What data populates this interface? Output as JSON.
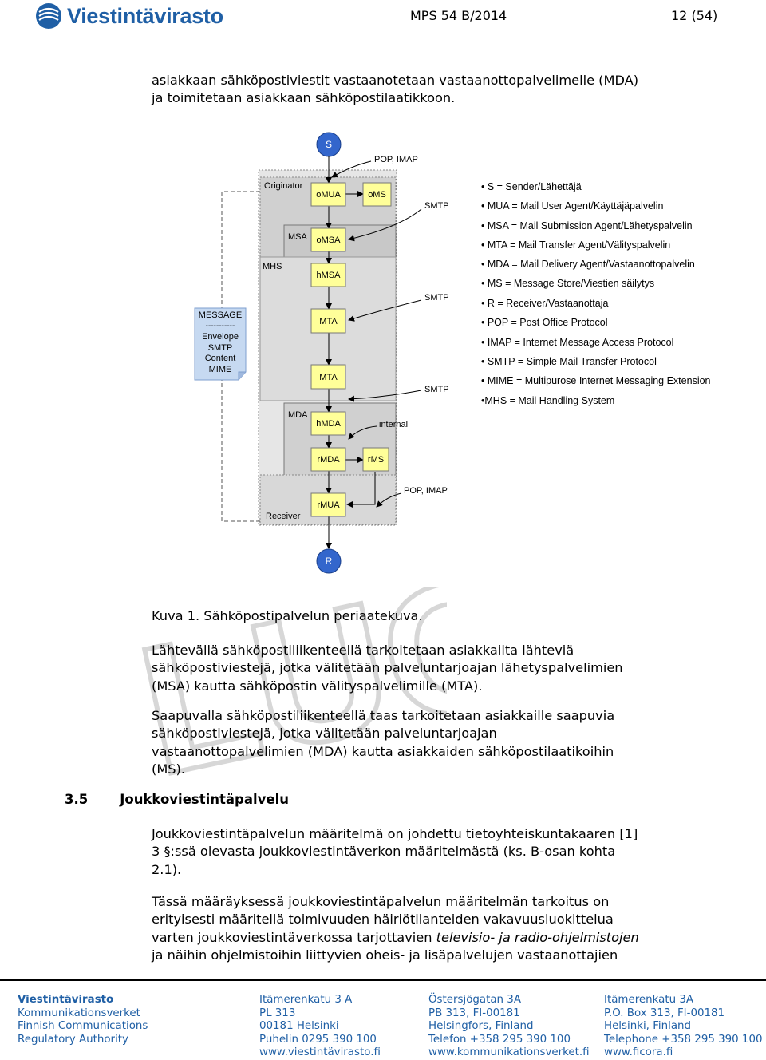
{
  "header": {
    "logo_text": "Viestintävirasto",
    "doc_id": "MPS 54 B/2014",
    "page": "12 (54)"
  },
  "intro": {
    "line1": "asiakkaan sähköpostiviestit vastaanotetaan vastaanottopalvelimelle (MDA)",
    "line2": "ja toimitetaan asiakkaan sähköpostilaatikkoon."
  },
  "diagram": {
    "sender": "S",
    "receiver": "R",
    "pop_imap_top": "POP, IMAP",
    "pop_imap_bottom": "POP, IMAP",
    "smtp_1": "SMTP",
    "smtp_2": "SMTP",
    "smtp_3": "SMTP",
    "internal": "internal",
    "originator": "Originator",
    "receiver_label": "Receiver",
    "mhs": "MHS",
    "msa": "MSA",
    "mda": "MDA",
    "boxes": {
      "omua": "oMUA",
      "oms": "oMS",
      "omsa": "oMSA",
      "hmsa": "hMSA",
      "mta1": "MTA",
      "mta2": "MTA",
      "hmda": "hMDA",
      "rmda": "rMDA",
      "rms": "rMS",
      "rmua": "rMUA"
    },
    "message_note": [
      "MESSAGE",
      "-----------",
      "Envelope",
      "SMTP",
      "Content",
      "MIME"
    ],
    "legend": [
      "• S = Sender/Lähettäjä",
      "• MUA = Mail User Agent/Käyttäjäpalvelin",
      "• MSA = Mail Submission Agent/Lähetyspalvelin",
      "• MTA = Mail Transfer Agent/Välityspalvelin",
      "• MDA = Mail Delivery Agent/Vastaanottopalvelin",
      "• MS = Message Store/Viestien säilytys",
      "• R = Receiver/Vastaanottaja",
      "• POP = Post Office Protocol",
      "• IMAP = Internet Message Access Protocol",
      "• SMTP = Simple Mail Transfer Protocol",
      "• MIME = Multipurose Internet Messaging Extension",
      "•MHS = Mail Handling System"
    ]
  },
  "caption": "Kuva 1. Sähköpostipalvelun periaatekuva.",
  "para1": [
    "Lähtevällä sähköpostiliikenteellä tarkoitetaan asiakkailta lähteviä",
    "sähköpostiviestejä, jotka välitetään palveluntarjoajan lähetyspalvelimien",
    "(MSA) kautta sähköpostin välityspalvelimille (MTA)."
  ],
  "para2": [
    "Saapuvalla sähköpostiliikenteellä taas tarkoitetaan asiakkaille saapuvia",
    "sähköpostiviestejä, jotka välitetään palveluntarjoajan",
    "vastaanottopalvelimien (MDA) kautta asiakkaiden sähköpostilaatikoihin",
    "(MS)."
  ],
  "section": {
    "number": "3.5",
    "title": "Joukkoviestintäpalvelu"
  },
  "para3": [
    "Joukkoviestintäpalvelun määritelmä on johdettu tietoyhteiskuntakaaren [1]",
    "3 §:ssä olevasta joukkoviestintäverkon määritelmästä (ks. B-osan kohta",
    "2.1)."
  ],
  "para4": {
    "line1": "Tässä määräyksessä joukkoviestintäpalvelun määritelmän tarkoitus on",
    "line2": "erityisesti määritellä toimivuuden häiriötilanteiden vakavuusluokittelua",
    "line3_pre": "varten joukkoviestintäverkossa tarjottavien ",
    "line3_it1": "televisio-",
    "line3_mid": " ja ",
    "line3_it2": "radio-ohjelmistojen",
    "line4": "ja näihin ohjelmistoihin liittyvien oheis- ja lisäpalvelujen vastaanottajien"
  },
  "watermark_text": "LUO",
  "footer": [
    [
      "Viestintävirasto",
      "Kommunikationsverket",
      "Finnish Communications",
      "Regulatory Authority"
    ],
    [
      "Itämerenkatu 3 A",
      "PL 313",
      "00181 Helsinki",
      "Puhelin 0295 390 100",
      "www.viestintävirasto.fi"
    ],
    [
      "Östersjögatan 3A",
      "PB 313, FI-00181",
      "Helsingfors, Finland",
      "Telefon +358 295 390 100",
      "www.kommunikationsverket.fi"
    ],
    [
      "Itämerenkatu 3A",
      "P.O. Box 313, FI-00181",
      "Helsinki, Finland",
      "Telephone +358 295 390 100",
      "www.ficora.fi"
    ]
  ],
  "colors": {
    "brand_blue": "#1f5fa5",
    "box_yellow": "#ffff99",
    "circle_blue": "#3366cc",
    "grey_panel": "#dcdcdc",
    "note_blue": "#c6d9f1"
  }
}
